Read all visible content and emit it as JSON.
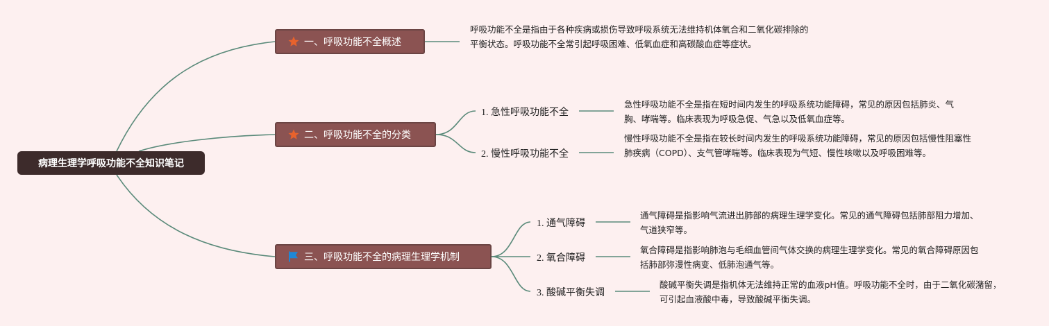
{
  "root": {
    "title": "病理生理学呼吸功能不全知识笔记"
  },
  "branches": [
    {
      "label": "一、呼吸功能不全概述",
      "icon": "star-icon",
      "icon_color": "#e8622c",
      "description": "呼吸功能不全是指由于各种疾病或损伤导致呼吸系统无法维持机体氧合和二氧化碳排除的平衡状态。呼吸功能不全常引起呼吸困难、低氧血症和高碳酸血症等症状。"
    },
    {
      "label": "二、呼吸功能不全的分类",
      "icon": "star-icon",
      "icon_color": "#e8622c",
      "children": [
        {
          "label": "1. 急性呼吸功能不全",
          "description": "急性呼吸功能不全是指在短时间内发生的呼吸系统功能障碍，常见的原因包括肺炎、气胸、哮喘等。临床表现为呼吸急促、气急以及低氧血症等。"
        },
        {
          "label": "2. 慢性呼吸功能不全",
          "description": "慢性呼吸功能不全是指在较长时间内发生的呼吸系统功能障碍，常见的原因包括慢性阻塞性肺疾病（COPD）、支气管哮喘等。临床表现为气短、慢性咳嗽以及呼吸困难等。"
        }
      ]
    },
    {
      "label": "三、呼吸功能不全的病理生理学机制",
      "icon": "flag-icon",
      "icon_color": "#1e88d6",
      "children": [
        {
          "label": "1. 通气障碍",
          "description": "通气障碍是指影响气流进出肺部的病理生理学变化。常见的通气障碍包括肺部阻力增加、气道狭窄等。"
        },
        {
          "label": "2. 氧合障碍",
          "description": "氧合障碍是指影响肺泡与毛细血管间气体交换的病理生理学变化。常见的氧合障碍原因包括肺部弥漫性病变、低肺泡通气等。"
        },
        {
          "label": "3. 酸碱平衡失调",
          "description": "酸碱平衡失调是指机体无法维持正常的血液pH值。呼吸功能不全时，由于二氧化碳潴留，可引起血液酸中毒，导致酸碱平衡失调。"
        }
      ]
    }
  ],
  "colors": {
    "connector": "#5a8a7a",
    "background": "#fdf0f0",
    "root": "#3d2b2b",
    "branch": "#8b5352"
  }
}
